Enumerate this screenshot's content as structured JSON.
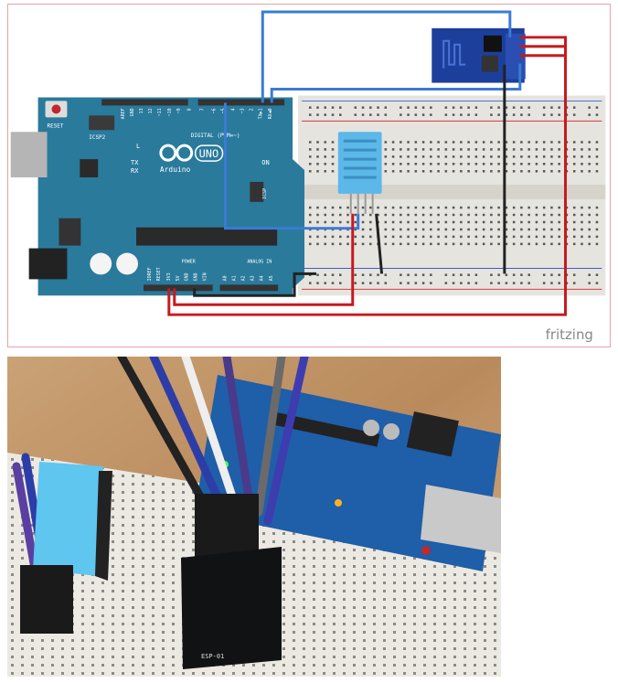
{
  "schematic": {
    "board": {
      "reset_label": "RESET",
      "icsp2_label": "ICSP2",
      "icsp_label": "ICSP",
      "brand": "Arduino",
      "model": "UNO",
      "digital_label": "DIGITAL (PWM=~)",
      "analog_label": "ANALOG IN",
      "power_label": "POWER",
      "led_l": "L",
      "led_tx": "TX",
      "led_rx": "RX",
      "led_on": "ON",
      "digital_pins": [
        "AREF",
        "GND",
        "13",
        "12",
        "~11",
        "~10",
        "~9",
        "8",
        "7",
        "~6",
        "~5",
        "4",
        "~3",
        "2",
        "TX▶1",
        "RX◀0"
      ],
      "power_pins": [
        "IOREF",
        "RESET",
        "3V3",
        "5V",
        "GND",
        "GND",
        "VIN"
      ],
      "analog_pins": [
        "A0",
        "A1",
        "A2",
        "A3",
        "A4",
        "A5"
      ]
    },
    "watermark": "fritzing"
  },
  "photo": {
    "esp_label": "ESP-01"
  },
  "colors": {
    "board": "#2a7a9c",
    "wire_blue": "#3a7bd5",
    "wire_red": "#c8191e",
    "wire_black": "#222222",
    "dht": "#5bb8e8",
    "esp": "#1d3f9c"
  }
}
